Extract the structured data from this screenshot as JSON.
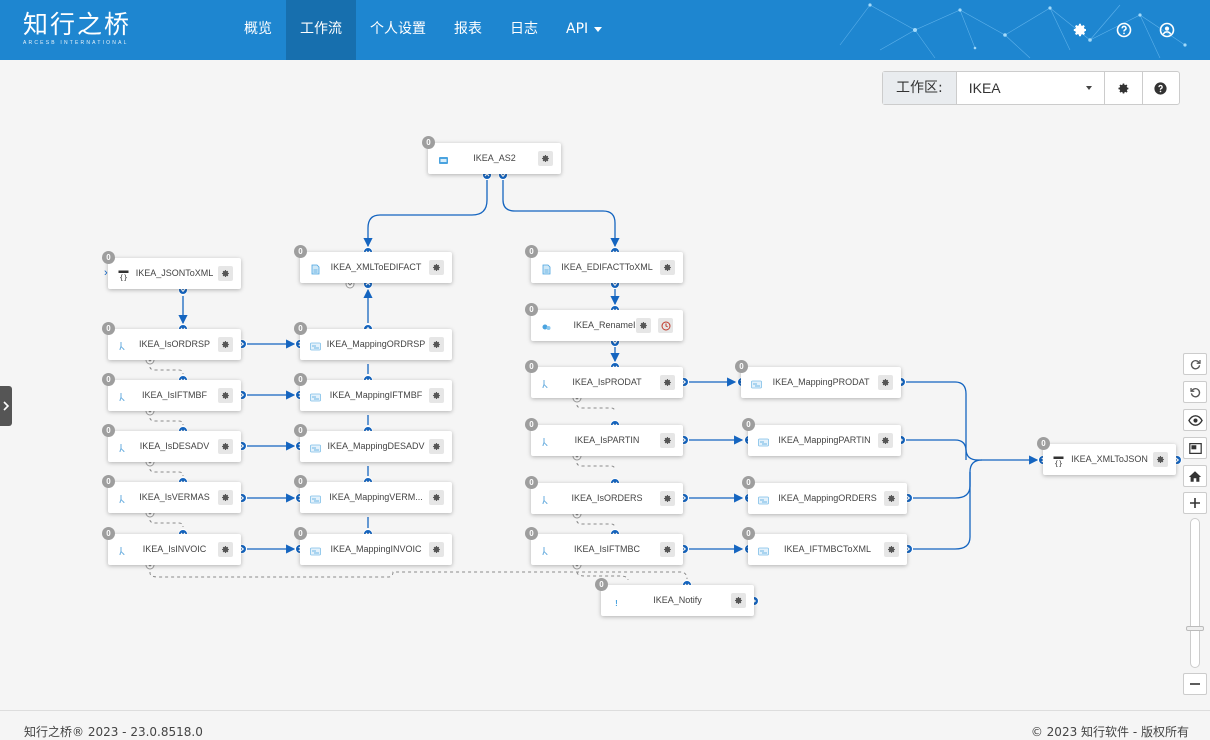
{
  "header": {
    "logo_text": "知行之桥",
    "logo_sub": "ARCESB INTERNATIONAL",
    "nav": [
      "概览",
      "工作流",
      "个人设置",
      "报表",
      "日志",
      "API"
    ],
    "active_nav": "工作流",
    "icons": [
      "gear-icon",
      "help-icon",
      "user-icon"
    ]
  },
  "workspace": {
    "label": "工作区:",
    "value": "IKEA"
  },
  "nodes": [
    {
      "id": "as2",
      "label": "IKEA_AS2",
      "icon": "as2-icon",
      "count": "0"
    },
    {
      "id": "jsontoxml",
      "label": "IKEA_JSONToXML",
      "icon": "json-icon",
      "count": "0"
    },
    {
      "id": "xmltoedifact",
      "label": "IKEA_XMLToEDIFACT",
      "icon": "edi-icon",
      "count": "0"
    },
    {
      "id": "edifacttoxml",
      "label": "IKEA_EDIFACTToXML",
      "icon": "edi-icon",
      "count": "0"
    },
    {
      "id": "renamein",
      "label": "IKEA_RenameIn",
      "icon": "script-icon",
      "count": "0"
    },
    {
      "id": "isordrsp",
      "label": "IKEA_IsORDRSP",
      "icon": "branch-icon",
      "count": "0"
    },
    {
      "id": "isiftmbf",
      "label": "IKEA_IsIFTMBF",
      "icon": "branch-icon",
      "count": "0"
    },
    {
      "id": "isdesadv",
      "label": "IKEA_IsDESADV",
      "icon": "branch-icon",
      "count": "0"
    },
    {
      "id": "isvermas",
      "label": "IKEA_IsVERMAS",
      "icon": "branch-icon",
      "count": "0"
    },
    {
      "id": "isinvoic",
      "label": "IKEA_IsINVOIC",
      "icon": "branch-icon",
      "count": "0"
    },
    {
      "id": "mapordrsp",
      "label": "IKEA_MappingORDRSP",
      "icon": "map-icon",
      "count": "0"
    },
    {
      "id": "mapiftmbf",
      "label": "IKEA_MappingIFTMBF",
      "icon": "map-icon",
      "count": "0"
    },
    {
      "id": "mapdesadv",
      "label": "IKEA_MappingDESADV",
      "icon": "map-icon",
      "count": "0"
    },
    {
      "id": "mapvermas",
      "label": "IKEA_MappingVERM...",
      "icon": "map-icon",
      "count": "0"
    },
    {
      "id": "mapinvoic",
      "label": "IKEA_MappingINVOIC",
      "icon": "map-icon",
      "count": "0"
    },
    {
      "id": "isprodat",
      "label": "IKEA_IsPRODAT",
      "icon": "branch-icon",
      "count": "0"
    },
    {
      "id": "ispartin",
      "label": "IKEA_IsPARTIN",
      "icon": "branch-icon",
      "count": "0"
    },
    {
      "id": "isorders",
      "label": "IKEA_IsORDERS",
      "icon": "branch-icon",
      "count": "0"
    },
    {
      "id": "isiftmbc",
      "label": "IKEA_IsIFTMBC",
      "icon": "branch-icon",
      "count": "0"
    },
    {
      "id": "mapprodat",
      "label": "IKEA_MappingPRODAT",
      "icon": "map-icon",
      "count": "0"
    },
    {
      "id": "mappartin",
      "label": "IKEA_MappingPARTIN",
      "icon": "map-icon",
      "count": "0"
    },
    {
      "id": "maporders",
      "label": "IKEA_MappingORDERS",
      "icon": "map-icon",
      "count": "0"
    },
    {
      "id": "iftmbctoxml",
      "label": "IKEA_IFTMBCToXML",
      "icon": "map-icon",
      "count": "0"
    },
    {
      "id": "notify",
      "label": "IKEA_Notify",
      "icon": "notify-icon",
      "count": "0"
    },
    {
      "id": "xmltojson",
      "label": "IKEA_XMLToJSON",
      "icon": "json-icon",
      "count": "0"
    }
  ],
  "tools": [
    "redo-icon",
    "undo-icon",
    "eye-icon",
    "minimap-icon",
    "home-icon",
    "zoom-in-icon",
    "zoom-out-icon"
  ],
  "footer": {
    "left": "知行之桥® 2023 - 23.0.8518.0",
    "right": "© 2023 知行软件 - 版权所有"
  },
  "colors": {
    "header": "#1e86d0",
    "nav_active": "#176fae",
    "connector": "#1565c0",
    "badge": "#9e9e9e"
  }
}
